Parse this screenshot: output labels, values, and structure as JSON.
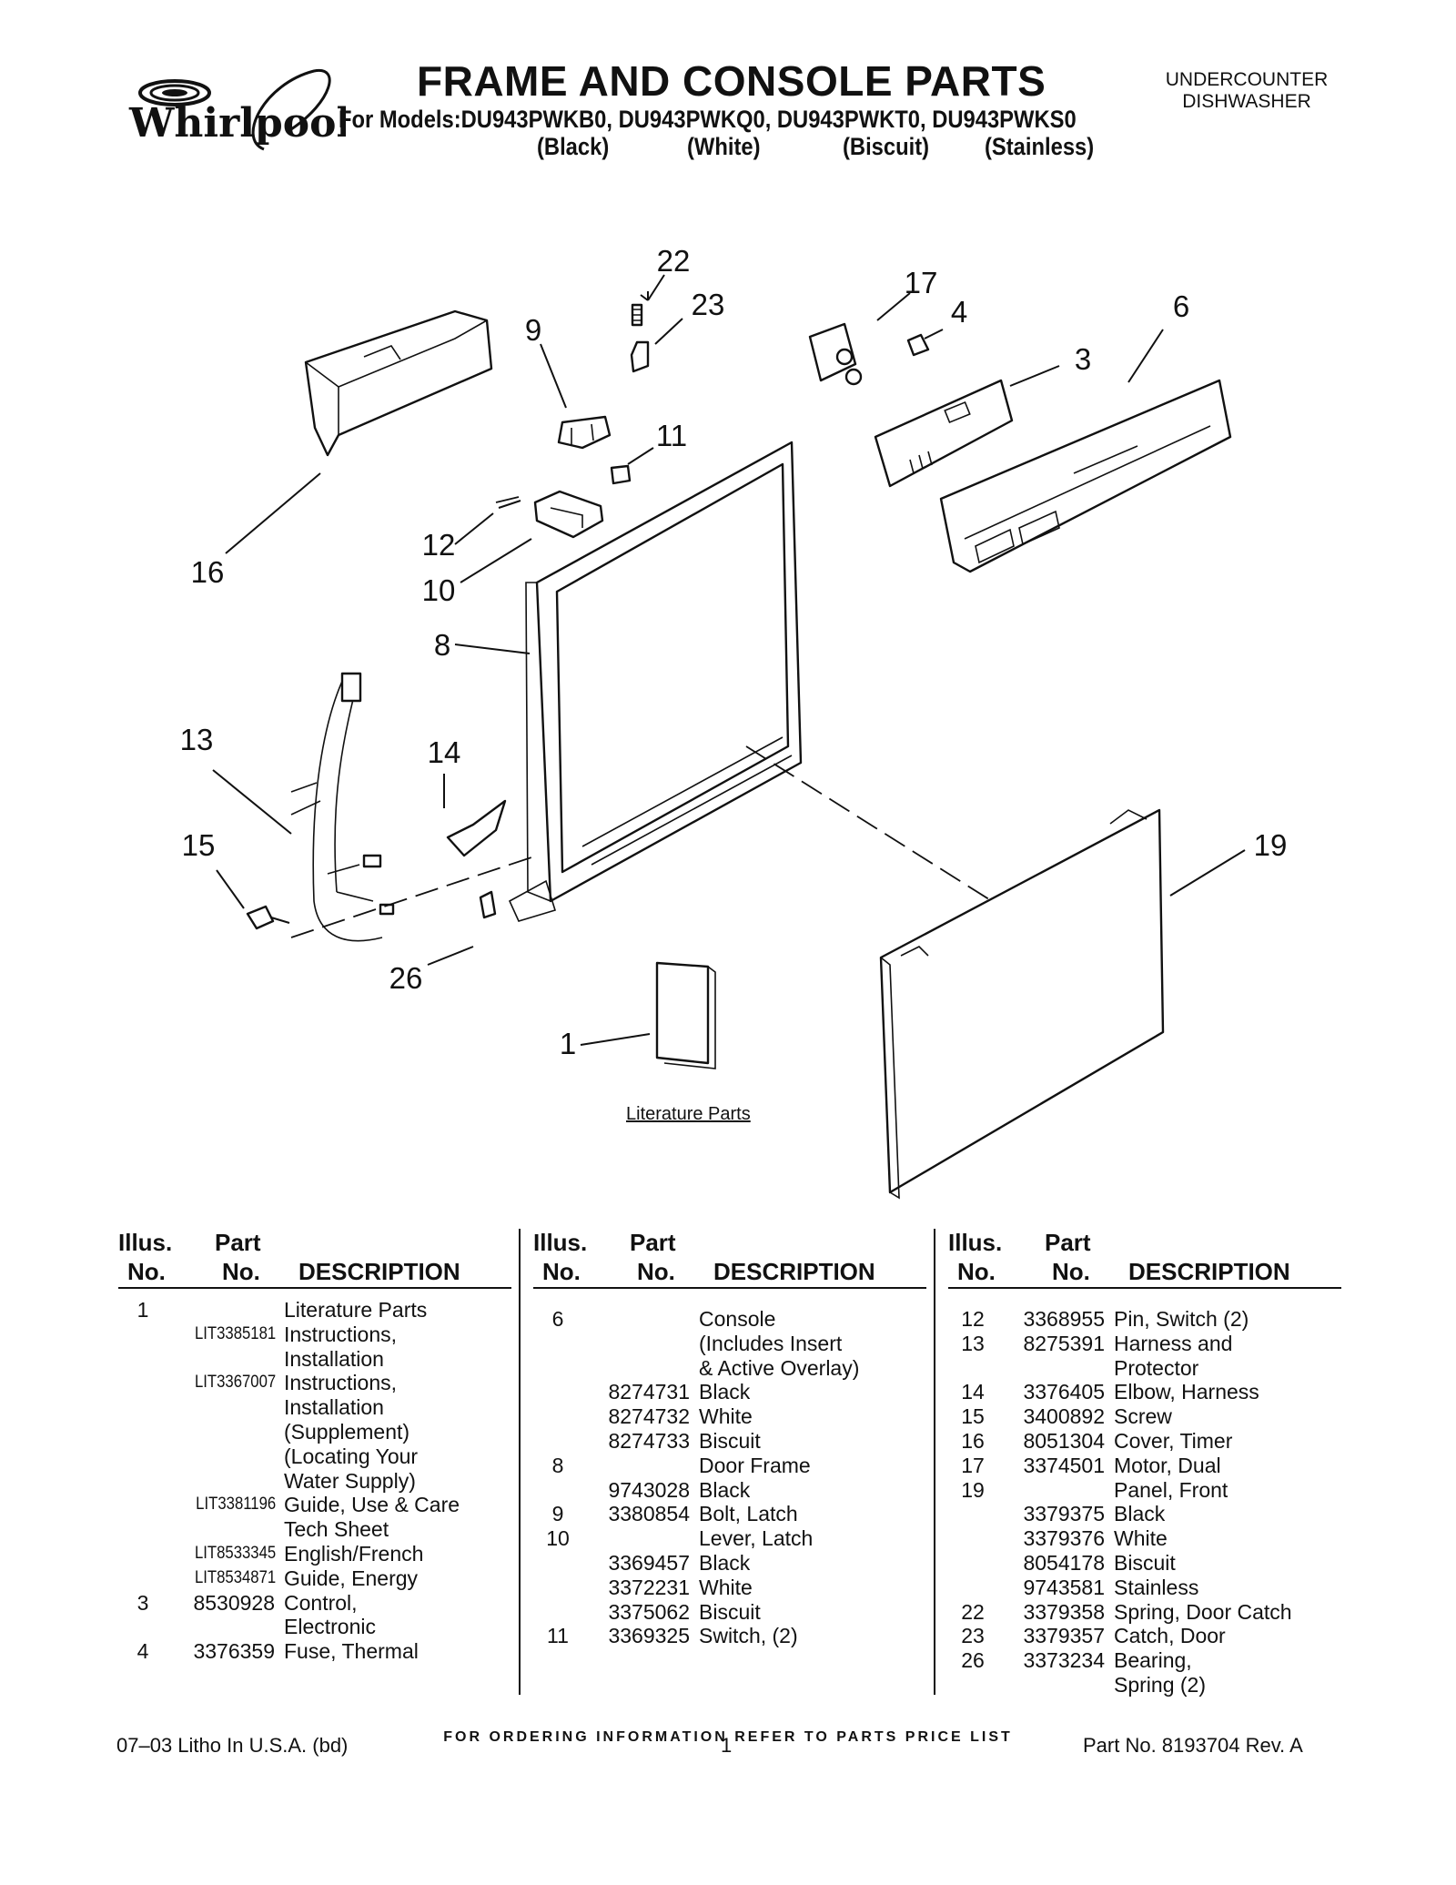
{
  "header": {
    "brand": "Whirlpool",
    "title": "FRAME AND CONSOLE PARTS",
    "models": "For Models:DU943PWKB0, DU943PWKQ0, DU943PWKT0, DU943PWKS0",
    "finishes": [
      "(Black)",
      "(White)",
      "(Biscuit)",
      "(Stainless)"
    ],
    "category_line1": "UNDERCOUNTER",
    "category_line2": "DISHWASHER"
  },
  "diagram": {
    "callouts": [
      "22",
      "23",
      "17",
      "4",
      "6",
      "9",
      "3",
      "11",
      "16",
      "12",
      "10",
      "8",
      "13",
      "14",
      "15",
      "19",
      "26",
      "1"
    ],
    "literature_caption": "Literature Parts"
  },
  "table": {
    "headers": {
      "illus_1": "Illus.",
      "illus_2": "No.",
      "part_1": "Part",
      "part_2": "No.",
      "desc": "DESCRIPTION"
    },
    "columns": [
      [
        {
          "illus": "1",
          "part": "",
          "desc": "Literature Parts"
        },
        {
          "illus": "",
          "part": "LIT3385181",
          "desc": "Instructions,\nInstallation"
        },
        {
          "illus": "",
          "part": "LIT3367007",
          "desc": "Instructions,\nInstallation\n(Supplement)\n(Locating Your\nWater Supply)"
        },
        {
          "illus": "",
          "part": "LIT3381196",
          "desc": "Guide, Use & Care\nTech Sheet"
        },
        {
          "illus": "",
          "part": "LIT8533345",
          "desc": "English/French"
        },
        {
          "illus": "",
          "part": "LIT8534871",
          "desc": "Guide, Energy"
        },
        {
          "illus": "3",
          "part": "8530928",
          "desc": "Control,\nElectronic"
        },
        {
          "illus": "4",
          "part": "3376359",
          "desc": "Fuse, Thermal"
        }
      ],
      [
        {
          "illus": "6",
          "part": "",
          "desc": "Console\n(Includes Insert\n& Active Overlay)"
        },
        {
          "illus": "",
          "part": "8274731",
          "desc": "Black"
        },
        {
          "illus": "",
          "part": "8274732",
          "desc": "White"
        },
        {
          "illus": "",
          "part": "8274733",
          "desc": "Biscuit"
        },
        {
          "illus": "8",
          "part": "",
          "desc": "Door Frame"
        },
        {
          "illus": "",
          "part": "9743028",
          "desc": "Black"
        },
        {
          "illus": "9",
          "part": "3380854",
          "desc": "Bolt, Latch"
        },
        {
          "illus": "10",
          "part": "",
          "desc": "Lever, Latch"
        },
        {
          "illus": "",
          "part": "3369457",
          "desc": "Black"
        },
        {
          "illus": "",
          "part": "3372231",
          "desc": "White"
        },
        {
          "illus": "",
          "part": "3375062",
          "desc": "Biscuit"
        },
        {
          "illus": "11",
          "part": "3369325",
          "desc": "Switch, (2)"
        }
      ],
      [
        {
          "illus": "12",
          "part": "3368955",
          "desc": "Pin, Switch (2)"
        },
        {
          "illus": "13",
          "part": "8275391",
          "desc": "Harness and\nProtector"
        },
        {
          "illus": "14",
          "part": "3376405",
          "desc": "Elbow, Harness"
        },
        {
          "illus": "15",
          "part": "3400892",
          "desc": "Screw"
        },
        {
          "illus": "16",
          "part": "8051304",
          "desc": "Cover, Timer"
        },
        {
          "illus": "17",
          "part": "3374501",
          "desc": "Motor, Dual"
        },
        {
          "illus": "19",
          "part": "",
          "desc": "Panel, Front"
        },
        {
          "illus": "",
          "part": "3379375",
          "desc": "Black"
        },
        {
          "illus": "",
          "part": "3379376",
          "desc": "White"
        },
        {
          "illus": "",
          "part": "8054178",
          "desc": "Biscuit"
        },
        {
          "illus": "",
          "part": "9743581",
          "desc": "Stainless"
        },
        {
          "illus": "22",
          "part": "3379358",
          "desc": "Spring, Door Catch"
        },
        {
          "illus": "23",
          "part": "3379357",
          "desc": "Catch, Door"
        },
        {
          "illus": "26",
          "part": "3373234",
          "desc": "Bearing,\nSpring (2)"
        }
      ]
    ]
  },
  "footer": {
    "ordering_note": "FOR ORDERING INFORMATION REFER TO PARTS PRICE LIST",
    "litho": "07–03 Litho In U.S.A. (bd)",
    "page_number": "1",
    "part_number": "Part No. 8193704 Rev. A"
  }
}
